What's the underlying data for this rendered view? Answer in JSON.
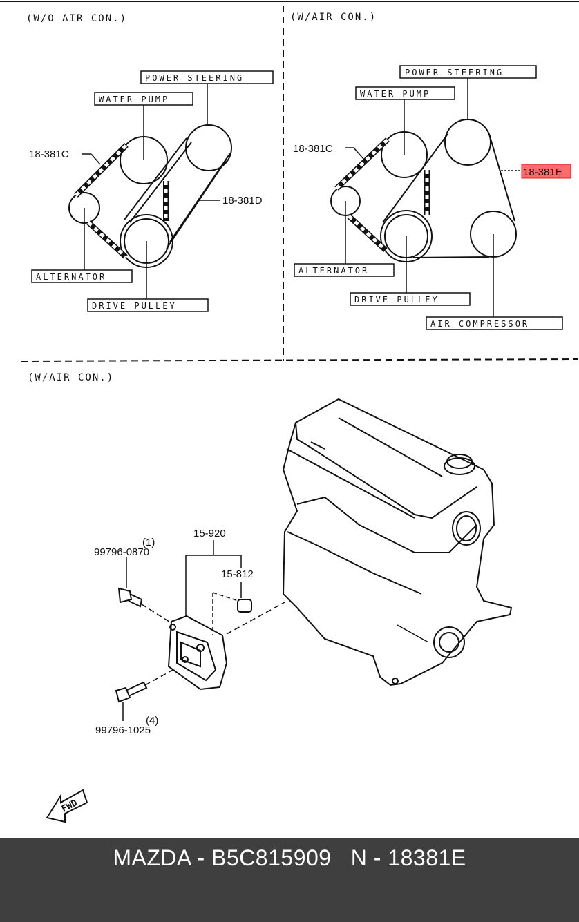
{
  "diagram": {
    "panel_left_title": "(W/O AIR CON.)",
    "panel_right_title": "(W/AIR CON.)",
    "panel_bottom_title": "(W/AIR CON.)",
    "left": {
      "power_steering": "POWER STEERING",
      "water_pump": "WATER PUMP",
      "belt_c": "18-381C",
      "belt_d": "18-381D",
      "alternator": "ALTERNATOR",
      "drive_pulley": "DRIVE PULLEY"
    },
    "right": {
      "power_steering": "POWER STEERING",
      "water_pump": "WATER PUMP",
      "belt_c": "18-381C",
      "belt_e": "18-381E",
      "alternator": "ALTERNATOR",
      "drive_pulley": "DRIVE PULLEY",
      "air_compressor": "AIR COMPRESSOR"
    },
    "bottom": {
      "bracket_part": "15-920",
      "nut_part": "15-812",
      "bolt_top_part": "99796-0870",
      "bolt_top_qty": "(1)",
      "bolt_bottom_part": "99796-1025",
      "bolt_bottom_qty": "(4)",
      "fwd_label": "FWD"
    },
    "highlight_color": "#ff6b6b"
  },
  "footer": {
    "text": "MAZDA - B5C815909   N - 18381E"
  }
}
